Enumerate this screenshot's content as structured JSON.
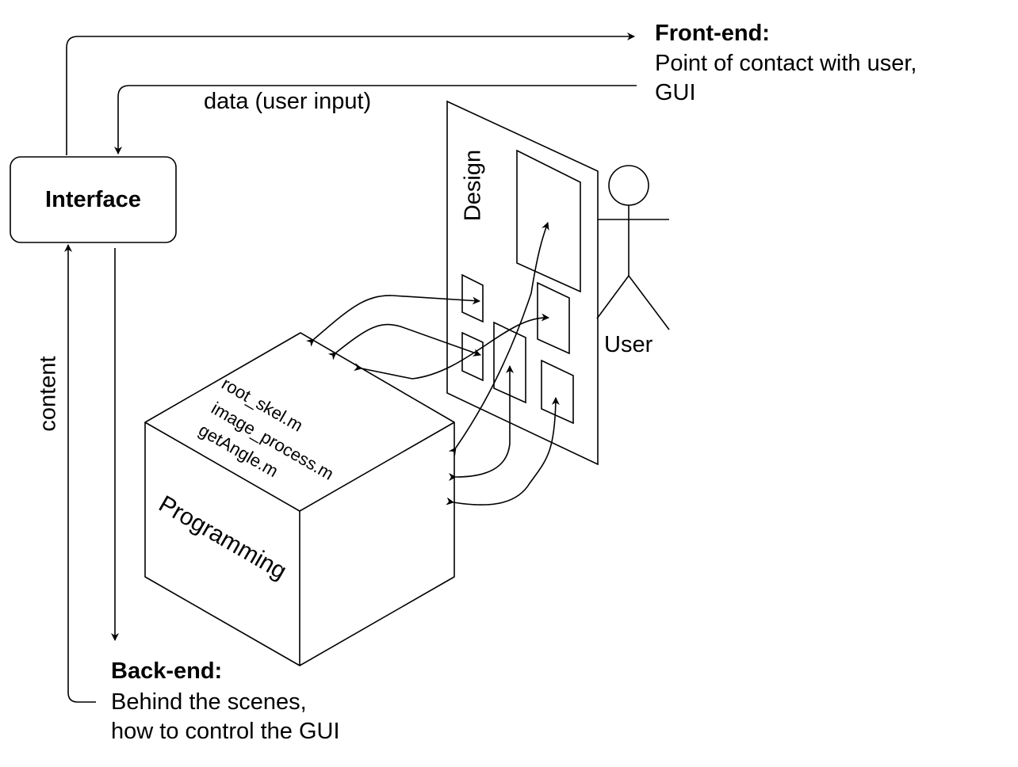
{
  "interface_label": "Interface",
  "front_end": {
    "title": "Front-end:",
    "line1": "Point of contact with user,",
    "line2": "GUI"
  },
  "back_end": {
    "title": "Back-end:",
    "line1": "Behind the scenes,",
    "line2": "how to control the GUI"
  },
  "edge_data_label": "data (user input)",
  "edge_content_label": "content",
  "design_label": "Design",
  "user_label": "User",
  "programming_label": "Programming",
  "files": [
    "root_skel.m",
    "image_process.m",
    "getAngle.m"
  ]
}
